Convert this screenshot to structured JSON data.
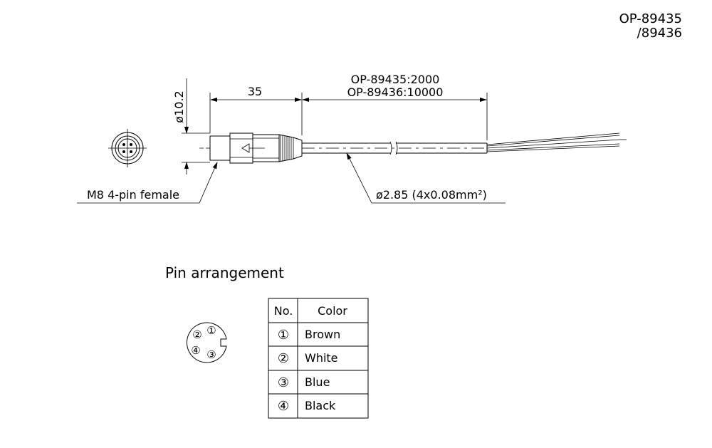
{
  "part_number": {
    "line1": "OP-89435",
    "line2": "/89436"
  },
  "dimensions": {
    "connector_length": "35",
    "cable_length_line1": "OP-89435:2000",
    "cable_length_line2": "OP-89436:10000",
    "connector_diameter": "ø10.2",
    "cable_spec": "ø2.85 (4x0.08mm²)"
  },
  "labels": {
    "connector_type": "M8 4-pin female"
  },
  "pin_section": {
    "title": "Pin arrangement",
    "diagram_pins": [
      "①",
      "②",
      "③",
      "④"
    ],
    "table": {
      "headers": [
        "No.",
        "Color"
      ],
      "rows": [
        {
          "no": "①",
          "color": "Brown"
        },
        {
          "no": "②",
          "color": "White"
        },
        {
          "no": "③",
          "color": "Blue"
        },
        {
          "no": "④",
          "color": "Black"
        }
      ]
    }
  }
}
